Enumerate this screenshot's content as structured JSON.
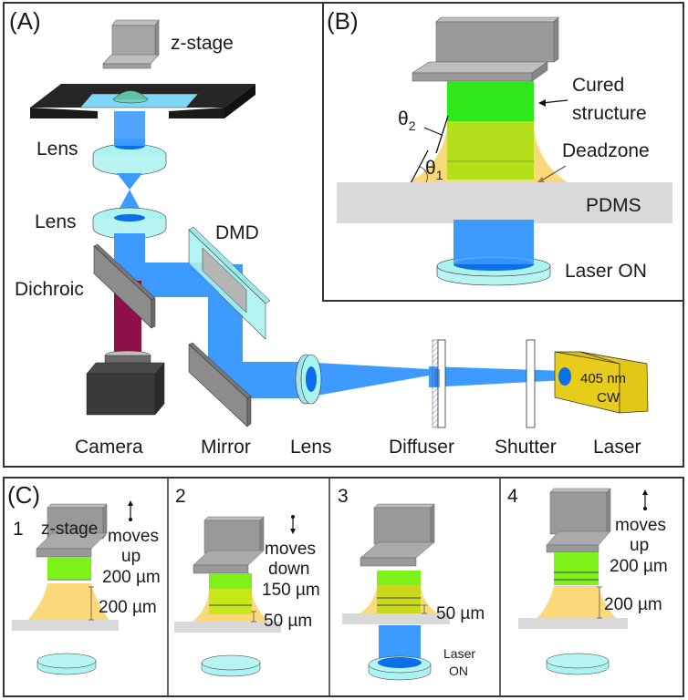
{
  "panels": {
    "A": {
      "label": "(A)",
      "components": {
        "z_stage": "z-stage",
        "lens_top": "Lens",
        "lens_mid": "Lens",
        "dmd": "DMD",
        "dichroic": "Dichroic",
        "camera": "Camera",
        "mirror": "Mirror",
        "lens_bottom": "Lens",
        "diffuser": "Diffuser",
        "shutter": "Shutter",
        "laser": "Laser",
        "laser_spec_line1": "405 nm",
        "laser_spec_line2": "CW"
      }
    },
    "B": {
      "label": "(B)",
      "cured_structure_line1": "Cured",
      "cured_structure_line2": "structure",
      "deadzone": "Deadzone",
      "pdms": "PDMS",
      "laser_on": "Laser ON",
      "theta2_symbol": "θ",
      "theta2_sub": "2",
      "theta1_symbol": "θ",
      "theta1_sub": "1"
    },
    "C": {
      "label": "(C)",
      "steps": [
        {
          "number": "1",
          "stage_label": "z-stage",
          "motion_line1": "moves",
          "motion_line2": "up",
          "motion_line3": "200 µm",
          "gap": "200 µm"
        },
        {
          "number": "2",
          "motion_line1": "moves",
          "motion_line2": "down",
          "motion_line3": "150 µm",
          "gap": "50 µm"
        },
        {
          "number": "3",
          "gap": "50 µm",
          "laser_line1": "Laser",
          "laser_line2": "ON"
        },
        {
          "number": "4",
          "motion_line1": "moves",
          "motion_line2": "up",
          "motion_line3": "200 µm",
          "gap": "200 µm"
        }
      ]
    }
  },
  "colors": {
    "beam": "#3d9bff",
    "beam_dark": "#0a6fe8",
    "lens": "#aaf3f0",
    "cured_green": "#2ee81a",
    "cured_yellowgreen": "#b3e01a",
    "deadzone": "#fbd97a",
    "pdms": "#d9d9d9",
    "stage": "#999999",
    "laser_box": "#e8cc1a",
    "camera_beam": "#8e1048",
    "camera": "#3a3a3a"
  }
}
